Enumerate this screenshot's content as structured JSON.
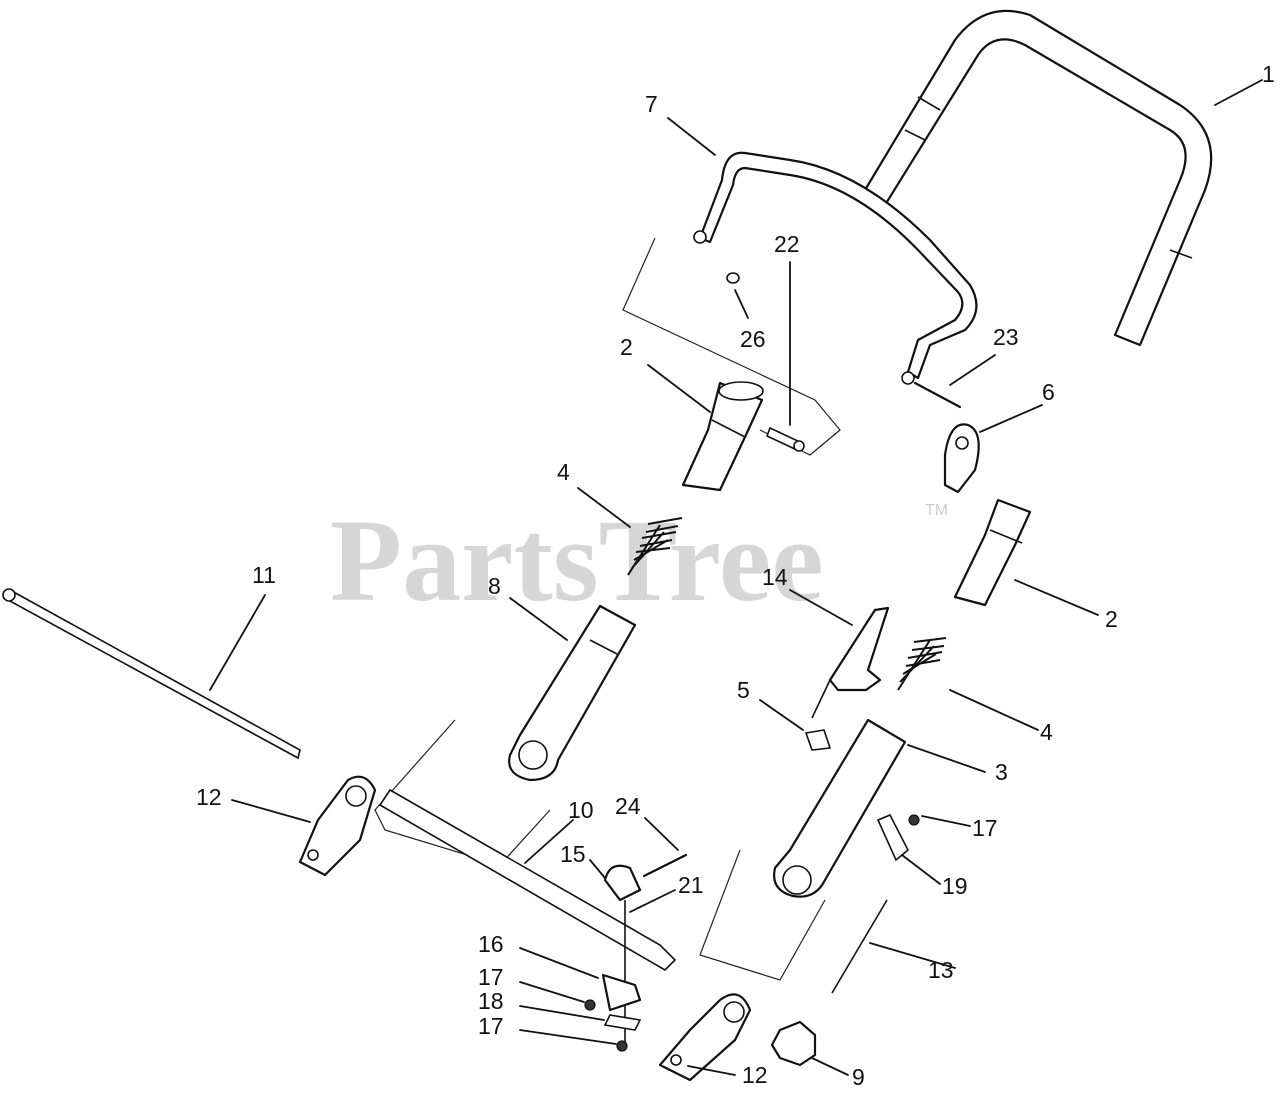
{
  "watermark": {
    "text": "PartsTree",
    "trademark": "TM"
  },
  "callouts": {
    "c1": "1",
    "c7": "7",
    "c22": "22",
    "c26": "26",
    "c2a": "2",
    "c23": "23",
    "c6": "6",
    "c4a": "4",
    "c11": "11",
    "c8": "8",
    "c14": "14",
    "c2b": "2",
    "c5": "5",
    "c4b": "4",
    "c3": "3",
    "c12a": "12",
    "c10": "10",
    "c24": "24",
    "c17a": "17",
    "c15": "15",
    "c21": "21",
    "c19": "19",
    "c16": "16",
    "c13": "13",
    "c17b": "17",
    "c18": "18",
    "c17c": "17",
    "c12b": "12",
    "c9": "9"
  }
}
